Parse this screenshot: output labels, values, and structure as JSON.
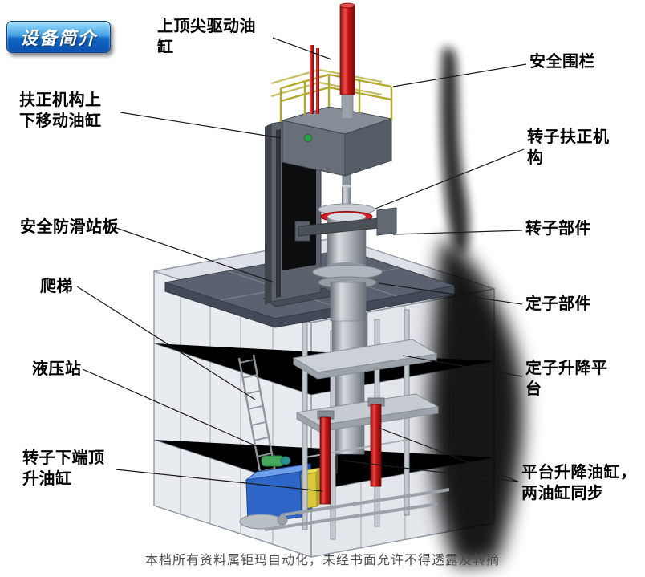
{
  "badge": {
    "label": "设备简介"
  },
  "callouts": {
    "top_tip_cylinder": "上顶尖驱动油缸",
    "centering_lift_cylinder": "扶正机构上下移动油缸",
    "anti_slip_platform": "安全防滑站板",
    "ladder": "爬梯",
    "hydraulic_station": "液压站",
    "rotor_bottom_jack_cylinder": "转子下端顶升油缸",
    "safety_fence": "安全围栏",
    "rotor_centering_mechanism": "转子扶正机构",
    "rotor_part": "转子部件",
    "stator_part": "定子部件",
    "stator_lift_platform": "定子升降平台",
    "platform_lift_cylinders": "平台升降油缸，两油缸同步"
  },
  "footer": {
    "watermark": "本档所有资料属钜玛自动化，未经书面允许不得透露及转摘"
  },
  "colors": {
    "badge_blue": "#1468c6",
    "cylinder_red": "#c41616",
    "railing_yellow": "#b2a82a",
    "hydraulic_blue": "#2e66c8",
    "platform_grey": "#5a626f"
  }
}
